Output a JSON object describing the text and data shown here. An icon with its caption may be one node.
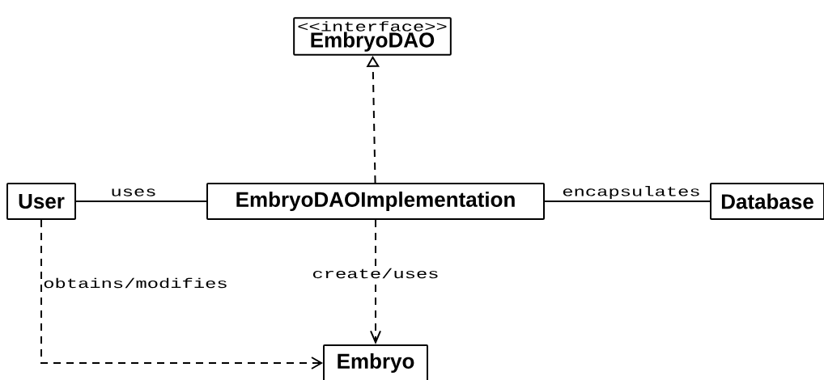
{
  "diagram": {
    "nodes": [
      {
        "text": [
          "<<interface>>",
          "EmbryoDAO"
        ]
      },
      {
        "text": [
          "User"
        ]
      },
      {
        "text": [
          "EmbryoDAOImplementation"
        ]
      },
      {
        "text": [
          "Database"
        ]
      },
      {
        "text": [
          "Embryo"
        ]
      }
    ],
    "edges": [
      {
        "from": 2,
        "to": 0,
        "arrow": "to",
        "style": "dashed"
      },
      {
        "from": 1,
        "to": 2,
        "arrow": "none",
        "label": "uses"
      },
      {
        "from": 2,
        "to": 3,
        "arrow": "none",
        "label": "encapsulates"
      },
      {
        "from": 2,
        "to": 4,
        "arrow": "to",
        "style": "dashed",
        "label": "create/uses"
      },
      {
        "from": 1,
        "to": 4,
        "arrow": "to",
        "style": "dashed",
        "label": "obtains/modifies"
      }
    ]
  }
}
